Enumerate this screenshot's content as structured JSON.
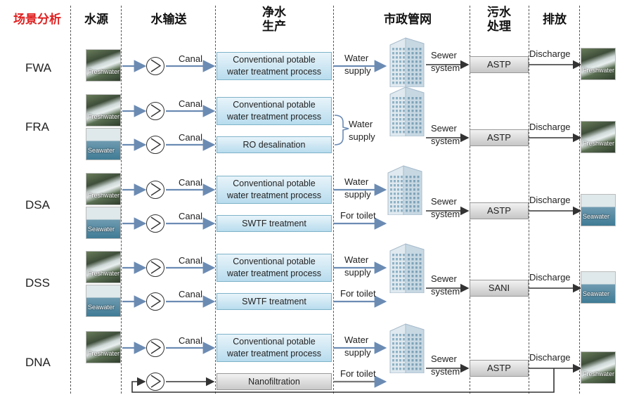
{
  "headers": {
    "scenario": "场景分析",
    "source": "水源",
    "conveyance": "水输送",
    "treatment": "净水\n生产",
    "municipal": "市政管网",
    "wastewater": "污水\n处理",
    "discharge": "排放"
  },
  "colors": {
    "title_red": "#e02020",
    "process_blue": "#b8dcee",
    "process_gray": "#c9c9c9",
    "arrow": "#6b8bb3"
  },
  "labels": {
    "canal": "Canal",
    "freshwater": "Freshwater",
    "seawater": "Seawater",
    "water_supply": "Water\nsupply",
    "for_toilet": "For toilet",
    "sewer_system": "Sewer\nsystem",
    "discharge": "Discharge"
  },
  "scenarios": [
    {
      "name": "FWA",
      "rows": [
        {
          "source": "freshwater",
          "process": "Conventional potable\nwater treatment process",
          "style": "blue",
          "use": "water_supply"
        }
      ],
      "treatment": "ASTP",
      "outlet": "freshwater"
    },
    {
      "name": "FRA",
      "rows": [
        {
          "source": "freshwater",
          "process": "Conventional potable\nwater treatment process",
          "style": "blue",
          "use": "water_supply"
        },
        {
          "source": "seawater",
          "process": "RO desalination",
          "style": "blue",
          "use": "water_supply"
        }
      ],
      "treatment": "ASTP",
      "outlet": "freshwater"
    },
    {
      "name": "DSA",
      "rows": [
        {
          "source": "freshwater",
          "process": "Conventional potable\nwater treatment process",
          "style": "blue",
          "use": "water_supply"
        },
        {
          "source": "seawater",
          "process": "SWTF treatment",
          "style": "blue",
          "use": "for_toilet"
        }
      ],
      "treatment": "ASTP",
      "outlet": "seawater"
    },
    {
      "name": "DSS",
      "rows": [
        {
          "source": "freshwater",
          "process": "Conventional potable\nwater treatment process",
          "style": "blue",
          "use": "water_supply"
        },
        {
          "source": "seawater",
          "process": "SWTF treatment",
          "style": "blue",
          "use": "for_toilet"
        }
      ],
      "treatment": "SANI",
      "outlet": "seawater"
    },
    {
      "name": "DNA",
      "rows": [
        {
          "source": "freshwater",
          "process": "Conventional potable\nwater treatment process",
          "style": "blue",
          "use": "water_supply"
        },
        {
          "source": "recycle",
          "process": "Nanofiltration",
          "style": "gray",
          "use": "for_toilet"
        }
      ],
      "treatment": "ASTP",
      "outlet": "freshwater"
    }
  ]
}
